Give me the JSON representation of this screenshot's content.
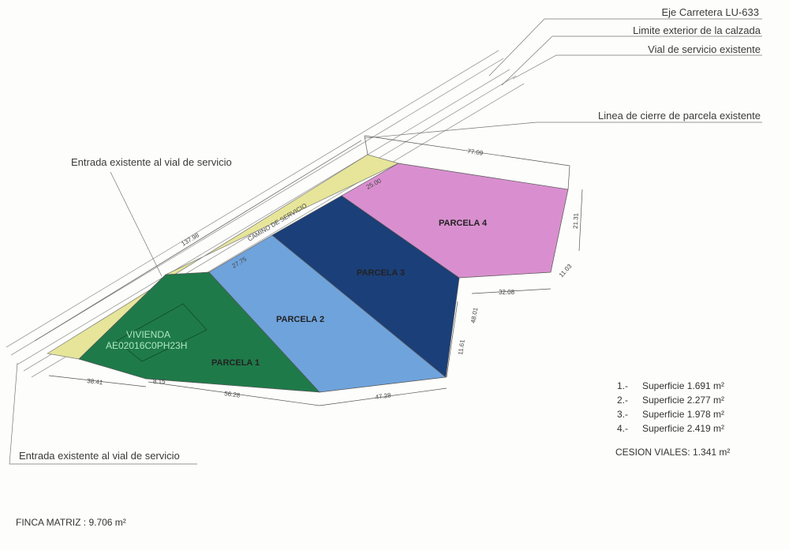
{
  "labels": {
    "eje": "Eje Carretera LU-633",
    "limite": "Limite exterior de la calzada",
    "vial": "Vial de servicio existente",
    "linea_cierre": "Linea de cierre de parcela existente",
    "entrada_top": "Entrada existente al vial de servicio",
    "entrada_bottom": "Entrada existente al vial de servicio",
    "camino": "CAMINO DE SERVICIO"
  },
  "parcels": {
    "p1": "PARCELA 1",
    "p2": "PARCELA 2",
    "p3": "PARCELA 3",
    "p4": "PARCELA 4",
    "vivienda": "VIVIENDA",
    "ref": "AE02016C0PH23H"
  },
  "dims": {
    "d7709": "77.09",
    "d2500": "25.00",
    "d2131": "21.31",
    "d1103": "11.03",
    "d3208": "32.08",
    "d4801": "48.01",
    "d1161": "11.61",
    "d4728": "47.28",
    "d5628": "56.28",
    "d815": "8.15",
    "d3841": "38.41",
    "d13798": "137.98",
    "d2775": "27.75"
  },
  "legend": [
    {
      "num": "1.-",
      "text": "Superficie 1.691 m²"
    },
    {
      "num": "2.-",
      "text": "Superficie 2.277 m²"
    },
    {
      "num": "3.-",
      "text": "Superficie 1.978 m²"
    },
    {
      "num": "4.-",
      "text": "Superficie 2.419 m²"
    }
  ],
  "cesion": "CESION VIALES: 1.341 m²",
  "finca": "FINCA MATRIZ : 9.706 m²",
  "colors": {
    "road": "#e6e59a",
    "p1": "#1f7a4a",
    "p2": "#6fa3dc",
    "p3": "#1b3f78",
    "p4": "#d98fcf"
  }
}
